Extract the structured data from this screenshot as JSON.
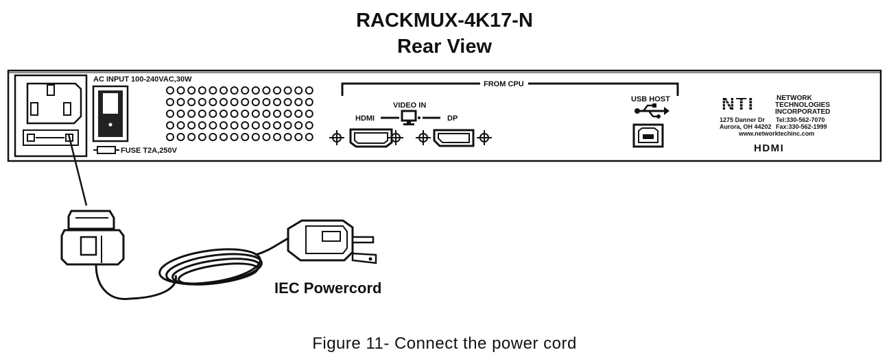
{
  "title": "RACKMUX-4K17-N",
  "subtitle": "Rear View",
  "panel": {
    "ac_input_label": "AC INPUT 100-240VAC,30W",
    "fuse_label": "FUSE T2A,250V",
    "from_cpu_label": "FROM CPU",
    "video_in_label": "VIDEO IN",
    "hdmi_label": "HDMI",
    "dp_label": "DP",
    "usb_host_label": "USB HOST"
  },
  "vendor": {
    "name_line1": "NETWORK",
    "name_line2": "TECHNOLOGIES",
    "name_line3": "INCORPORATED",
    "logo_text": "NTI",
    "address_line1": "1275 Danner Dr",
    "address_line2": "Aurora, OH 44202",
    "tel": "Tel:330-562-7070",
    "fax": "Fax:330-562-1999",
    "website": "www.networktechinc.com",
    "hdmi_logo": "HDMI"
  },
  "cord_label": "IEC Powercord",
  "caption": "Figure 11- Connect the power cord",
  "icons": [
    "power-inlet-icon",
    "power-switch-icon",
    "vent-holes",
    "monitor-icon",
    "usb-icon",
    "usb-b-port-icon",
    "hdmi-port-icon",
    "displayport-port-icon",
    "iec-plug-icon",
    "power-cord-icon"
  ]
}
